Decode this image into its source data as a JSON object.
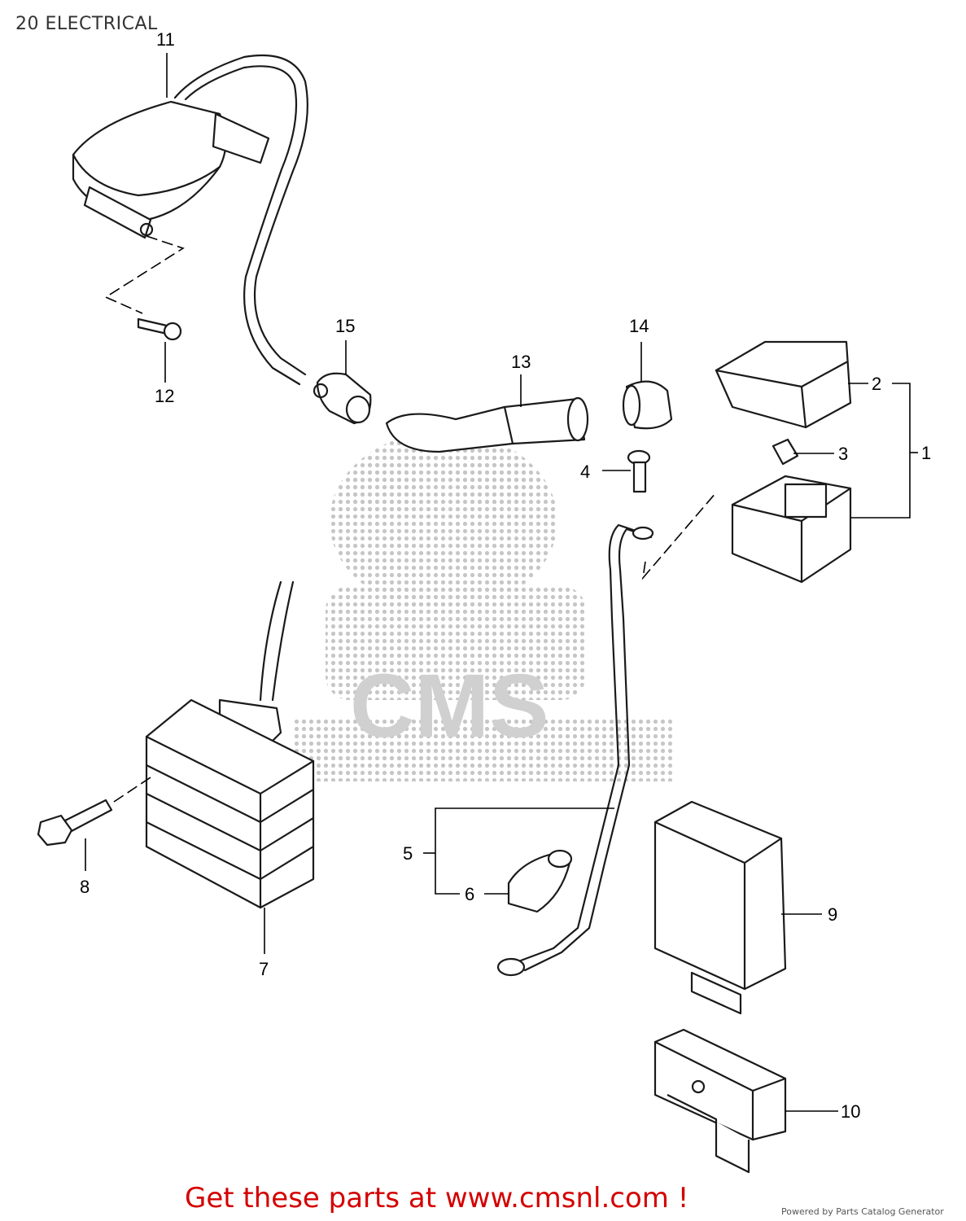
{
  "page": {
    "title": "20 ELECTRICAL"
  },
  "watermark": {
    "logo_text": "CMS"
  },
  "callouts": {
    "c1": "1",
    "c2": "2",
    "c3": "3",
    "c4": "4",
    "c5": "5",
    "c6": "6",
    "c7": "7",
    "c8": "8",
    "c9": "9",
    "c10": "10",
    "c11": "11",
    "c12": "12",
    "c13": "13",
    "c14": "14",
    "c15": "15"
  },
  "footer": {
    "banner": "Get these parts at www.cmsnl.com !",
    "powered_by": "Powered by Parts Catalog Generator"
  },
  "colors": {
    "banner": "#d40000",
    "lines": "#1a1a1a",
    "watermark": "#c8c8c8"
  }
}
